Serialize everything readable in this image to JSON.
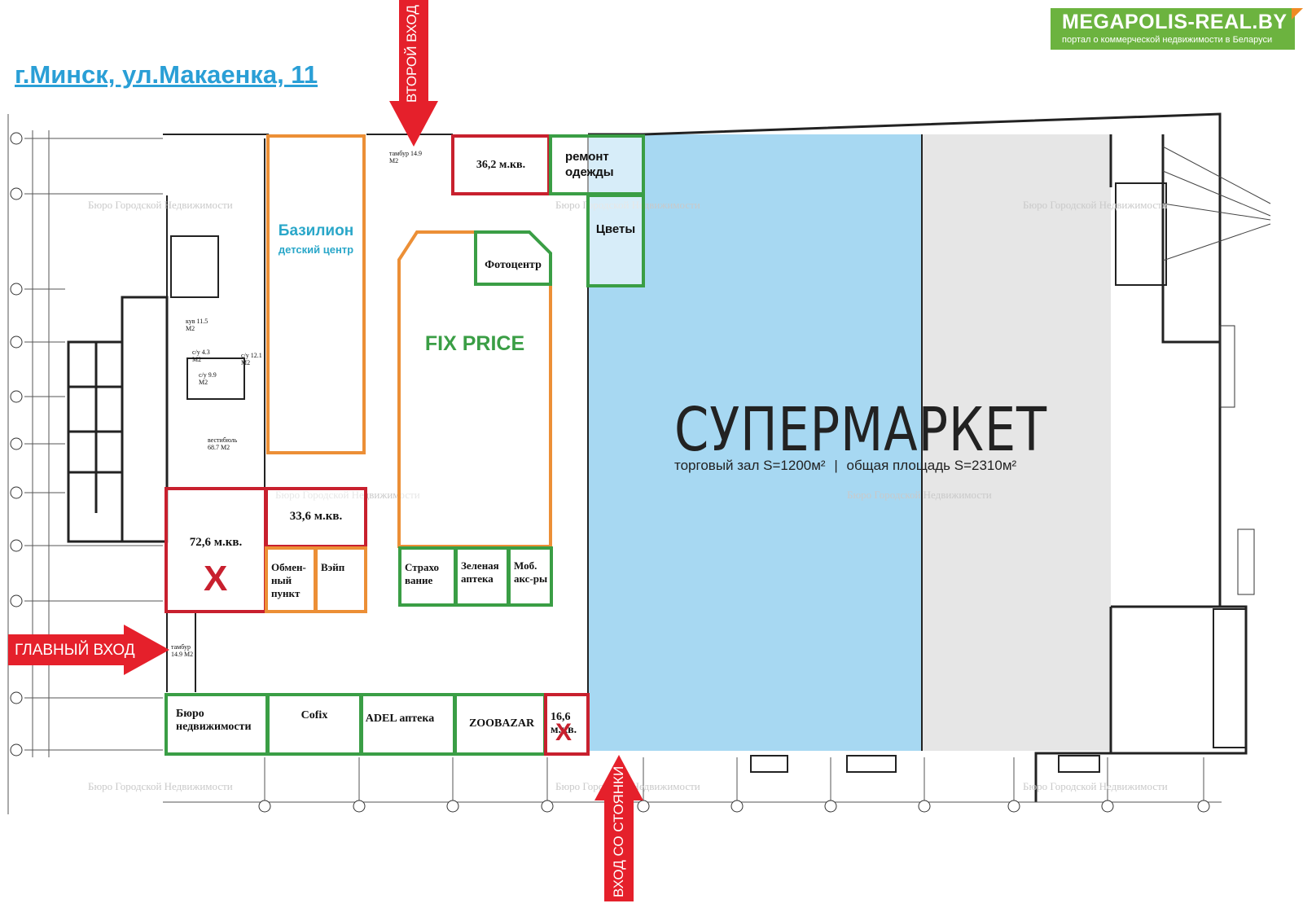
{
  "header": {
    "address": "г.Минск, ул.Макаенка, 11"
  },
  "logo": {
    "name": "MEGAPOLIS-REAL.BY",
    "tagline": "портал о коммерческой недвижимости в Беларуси"
  },
  "entrances": {
    "second": "ВТОРОЙ ВХОД",
    "main": "ГЛАВНЫЙ ВХОД",
    "parking": "ВХОД СО СТОЯНКИ"
  },
  "watermark": "Бюро Городской Недвижимости",
  "supermarket": {
    "title": "СУПЕРМАРКЕТ",
    "sales_area": "торговый зал S=1200м²",
    "total_area": "общая площадь S=2310м²"
  },
  "rooms": {
    "basilion_name": "Базилион",
    "basilion_sub": "детский центр",
    "fixprice": "FIX PRICE",
    "photocenter": "Фотоцентр",
    "area_36": "36,2 м.кв.",
    "clothes_repair": "ремонт одежды",
    "flowers": "Цветы",
    "area_72": "72,6 м.кв.",
    "area_33": "33,6 м.кв.",
    "exchange": "Обмен-ный пункт",
    "vape": "Вэйп",
    "insurance": "Страхо вание",
    "green_pharmacy": "Зеленая аптека",
    "mobile": "Моб. акс-ры",
    "bureau": "Бюро недвижимости",
    "cofix": "Cofix",
    "adel": "ADEL аптека",
    "zoobazar": "ZOOBAZAR",
    "area_16": "16,6 м.кв.",
    "x_mark": "X"
  },
  "plan_labels": {
    "tambour_top": "тамбур 14.9 М2",
    "tambour_main": "тамбур 14.9 М2",
    "vestibule": "вестибюль 68.7 М2",
    "kuv": "кув 11.5 М2",
    "wc1": "с/у 4.3 М2",
    "wc2": "с/у 12.1 М2",
    "wc3": "с/у 9.9 М2"
  },
  "colors": {
    "occupied_red": "#c8202e",
    "orange": "#ec8f36",
    "green": "#3a9e45",
    "supermarket_blue": "#a7d8f2",
    "supermarket_grey": "#e6e6e6",
    "arrow_red": "#e5202b",
    "title_blue": "#2a9fd6",
    "logo_green": "#6cb33f"
  }
}
